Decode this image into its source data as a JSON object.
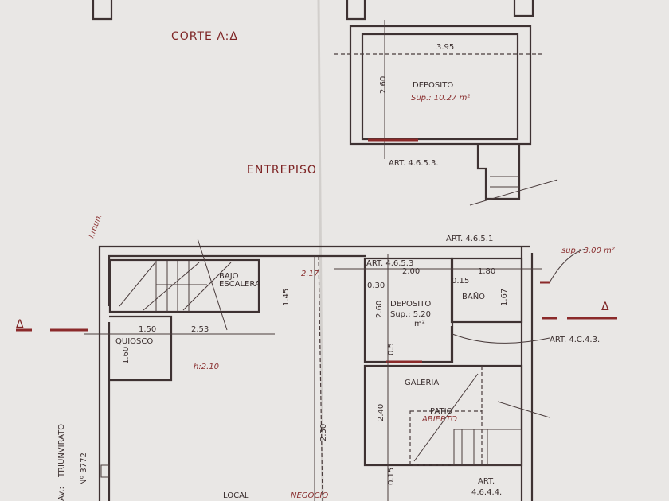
{
  "title": "CORTE A:Δ",
  "entrepiso": {
    "label": "ENTREPISO",
    "deposito": {
      "name": "DEPOSITO",
      "area": "Sup.: 10.27 m²",
      "width": "3.95",
      "depth": "2.60",
      "article": "ART. 4.6.5.3."
    }
  },
  "planta": {
    "linea_municipal": "l.mun.",
    "section_marker": "Δ",
    "bajo_escalera": [
      "BAJO",
      "ESCALERA"
    ],
    "dim_217": "2.17",
    "dim_145": "1.45",
    "quiosco": {
      "name": "QUIOSCO",
      "w": "1.50",
      "d": "1.60",
      "dim_253": "2.53",
      "height": "h:2.10"
    },
    "deposito": {
      "name": "DEPOSITO",
      "area": "Sup.: 5.20",
      "unit": "m²",
      "width": "2.00",
      "depth": "2.60",
      "wall": "0.30",
      "wall2": "0.5",
      "article": "ART. 4.6.5.3"
    },
    "bano": {
      "name": "BAÑO",
      "width": "1.80",
      "depth": "1.67",
      "wall": "0.15"
    },
    "article_top": "ART. 4.6.5.1",
    "sup_patio": "sup.: 3.00 m²",
    "article_443": "ART. 4.C.4.3.",
    "galeria": {
      "name": "GALERIA",
      "depth": "2.40"
    },
    "patio": [
      "PATIO",
      "ABIERTO"
    ],
    "dim_230": "2.30",
    "wall_015": "0.15",
    "article_444": [
      "ART.",
      "4.6.4.4."
    ],
    "local": "LOCAL",
    "negocio": "NEGOCIO",
    "street": "TRIUNVIRATO",
    "street_prefix": "Av.:",
    "number": "Nº 3772"
  }
}
